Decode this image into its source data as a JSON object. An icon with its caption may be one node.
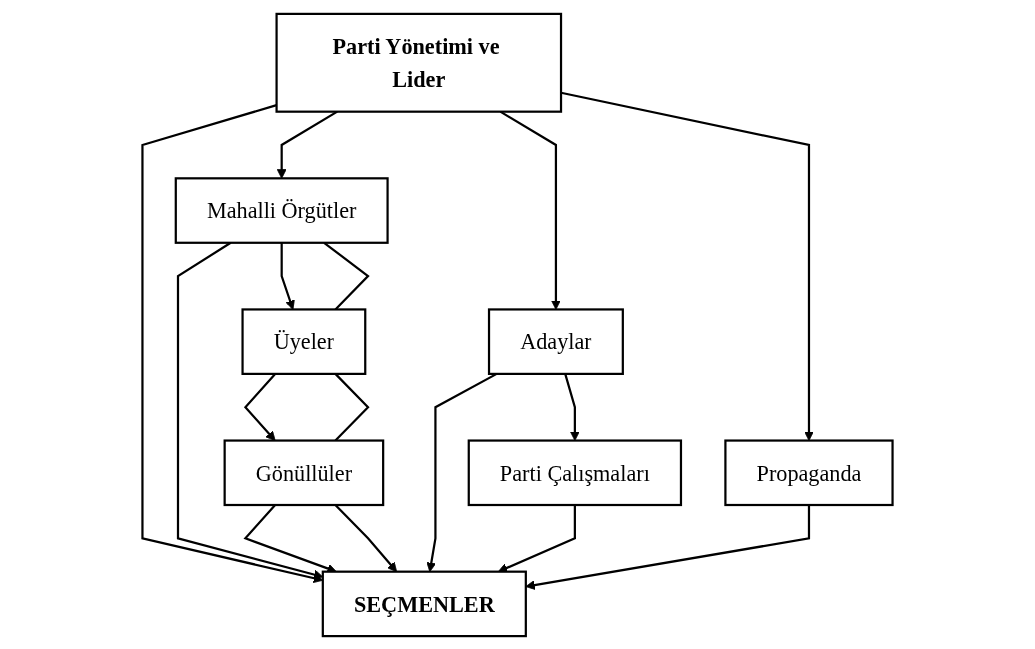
{
  "diagram": {
    "nodes": [
      {
        "text": [
          "Parti Yönetimi ve Lider"
        ]
      },
      {
        "text": [
          "Mahalli Örgütler"
        ]
      },
      {
        "text": [
          "Adaylar"
        ]
      },
      {
        "text": [
          "Üyeler"
        ]
      },
      {
        "text": [
          "Gönüllüler"
        ]
      },
      {
        "text": [
          "Parti Çalışmaları"
        ]
      },
      {
        "text": [
          "Propaganda"
        ]
      },
      {
        "text": [
          "SEÇMENLER"
        ]
      }
    ],
    "edges": [
      {
        "from": 0,
        "to": 7,
        "arrow": "to"
      },
      {
        "from": 0,
        "to": 1,
        "arrow": "to"
      },
      {
        "from": 0,
        "to": 2,
        "arrow": "to"
      },
      {
        "from": 0,
        "to": 6,
        "arrow": "to"
      },
      {
        "from": 1,
        "to": 7,
        "arrow": "to"
      },
      {
        "from": 1,
        "to": 3,
        "arrow": "to"
      },
      {
        "from": 1,
        "to": 3,
        "arrow": "none"
      },
      {
        "from": 3,
        "to": 4,
        "arrow": "to"
      },
      {
        "from": 3,
        "to": 4,
        "arrow": "none"
      },
      {
        "from": 4,
        "to": 7,
        "arrow": "to"
      },
      {
        "from": 4,
        "to": 7,
        "arrow": "to"
      },
      {
        "from": 2,
        "to": 5,
        "arrow": "to"
      },
      {
        "from": 2,
        "to": 7,
        "arrow": "to"
      },
      {
        "from": 5,
        "to": 7,
        "arrow": "to"
      },
      {
        "from": 6,
        "to": 7,
        "arrow": "to"
      }
    ]
  }
}
